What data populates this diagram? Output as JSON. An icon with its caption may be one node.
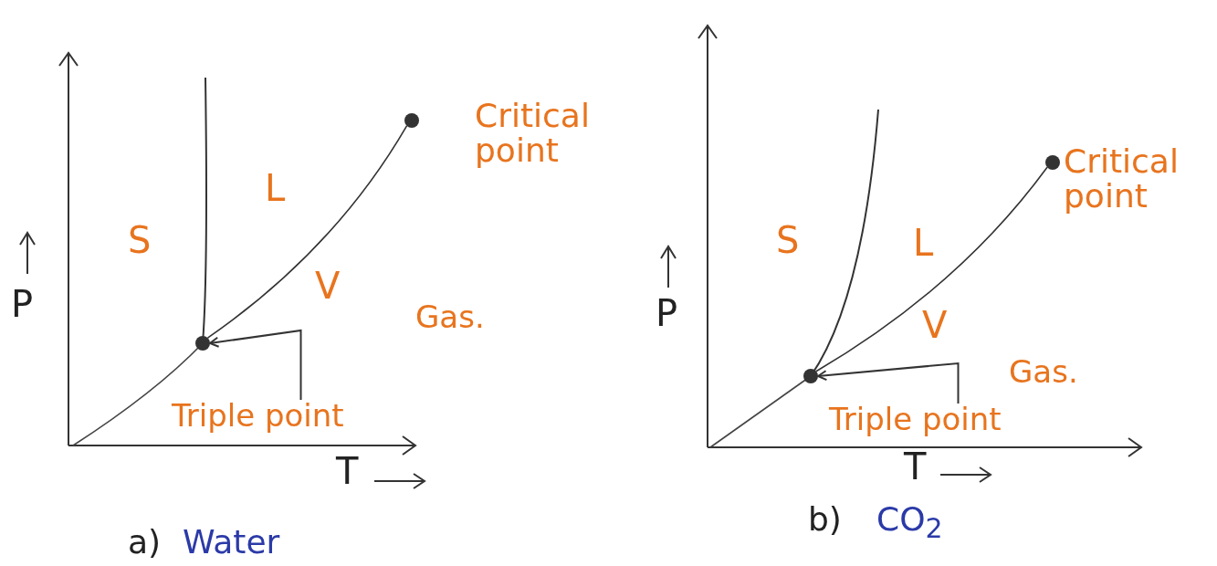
{
  "diagram": {
    "nodes": [
      {
        "text": [
          "Triple point"
        ]
      },
      {
        "text": [],
        "shape": "circle"
      },
      {
        "text": [],
        "shape": "circle",
        "beside": [
          "Critical point"
        ]
      },
      {
        "text": [
          "Triple point"
        ]
      },
      {
        "text": [],
        "shape": "circle"
      },
      {
        "text": [],
        "shape": "circle",
        "beside": [
          "Critical point"
        ]
      }
    ],
    "edges": [
      {
        "from": 0,
        "to": 1,
        "arrow": "to"
      },
      {
        "from": 1,
        "to": 2,
        "arrow": "none"
      },
      {
        "from": 3,
        "to": 4,
        "arrow": "to"
      },
      {
        "from": 4,
        "to": 5,
        "arrow": "none"
      }
    ],
    "labels": [
      "L",
      "S",
      "P",
      "V",
      "Gas.",
      "T",
      "a)",
      "Water",
      "S",
      "L",
      "P",
      "V",
      "Gas.",
      "T",
      "b)",
      "CO$_{2}$"
    ]
  }
}
